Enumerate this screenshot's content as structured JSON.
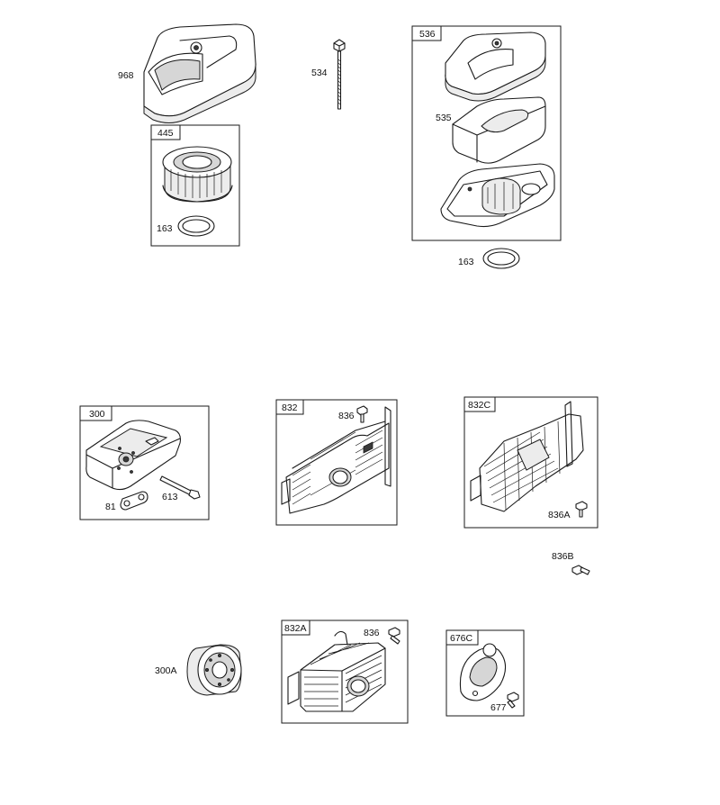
{
  "diagram": {
    "labels": {
      "p968": "968",
      "p534": "534",
      "p536": "536",
      "p535": "535",
      "p445": "445",
      "p163a": "163",
      "p163b": "163",
      "p300": "300",
      "p81": "81",
      "p613": "613",
      "p832": "832",
      "p836a": "836",
      "p832c": "832C",
      "p836A": "836A",
      "p836B": "836B",
      "p300A": "300A",
      "p832A": "832A",
      "p836b": "836",
      "p676C": "676C",
      "p677": "677"
    }
  }
}
